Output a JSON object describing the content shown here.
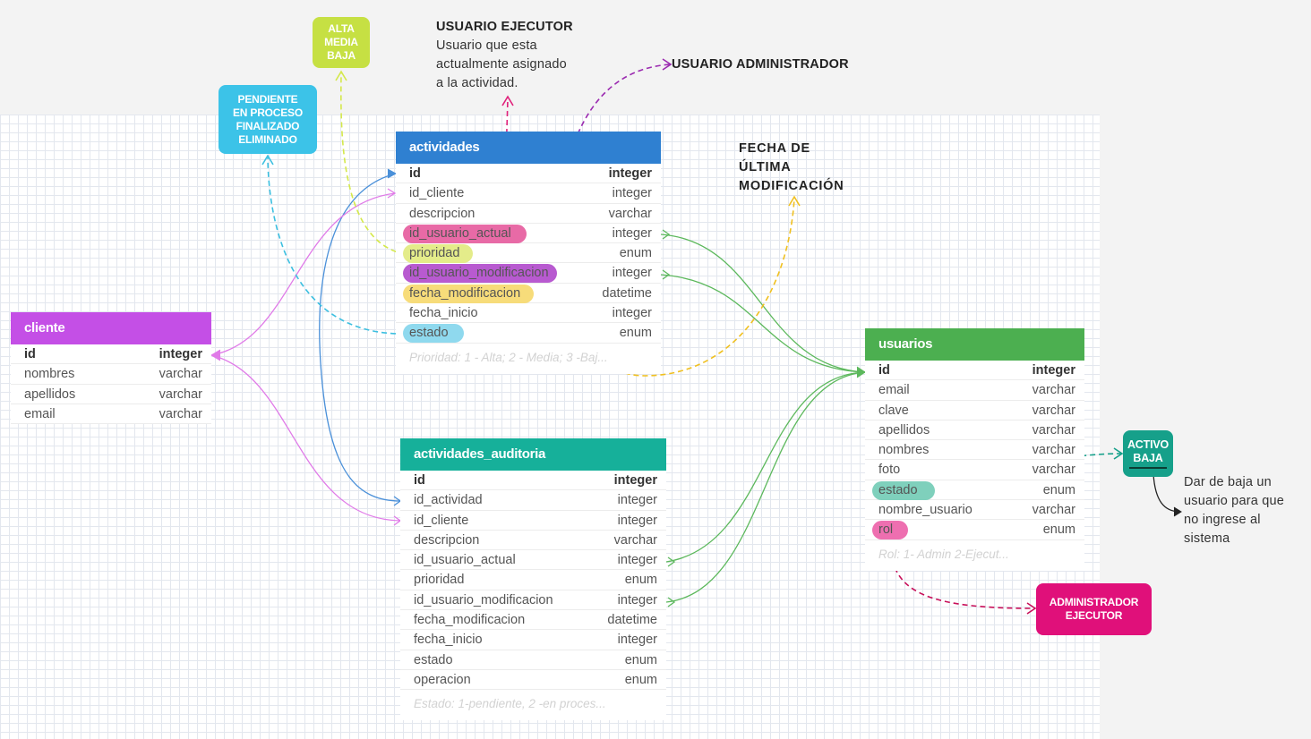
{
  "colors": {
    "actividades": "#2f80d1",
    "cliente": "#c44fe6",
    "auditoria": "#16b09a",
    "usuarios": "#4caf50",
    "link_blue": "#4a90d9",
    "link_pink": "#e07be8",
    "link_green": "#5cb85c"
  },
  "tables": {
    "actividades": {
      "title": "actividades",
      "rows": [
        {
          "name": "id",
          "type": "integer"
        },
        {
          "name": "id_cliente",
          "type": "integer"
        },
        {
          "name": "descripcion",
          "type": "varchar"
        },
        {
          "name": "id_usuario_actual",
          "type": "integer"
        },
        {
          "name": "prioridad",
          "type": "enum"
        },
        {
          "name": "id_usuario_modificacion",
          "type": "integer"
        },
        {
          "name": "fecha_modificacion",
          "type": "datetime"
        },
        {
          "name": "fecha_inicio",
          "type": "integer"
        },
        {
          "name": "estado",
          "type": "enum"
        }
      ],
      "note": "Prioridad: 1 - Alta; 2 - Media; 3 -Baj..."
    },
    "cliente": {
      "title": "cliente",
      "rows": [
        {
          "name": "id",
          "type": "integer"
        },
        {
          "name": "nombres",
          "type": "varchar"
        },
        {
          "name": "apellidos",
          "type": "varchar"
        },
        {
          "name": "email",
          "type": "varchar"
        }
      ]
    },
    "actividades_auditoria": {
      "title": "actividades_auditoria",
      "rows": [
        {
          "name": "id",
          "type": "integer"
        },
        {
          "name": "id_actividad",
          "type": "integer"
        },
        {
          "name": "id_cliente",
          "type": "integer"
        },
        {
          "name": "descripcion",
          "type": "varchar"
        },
        {
          "name": "id_usuario_actual",
          "type": "integer"
        },
        {
          "name": "prioridad",
          "type": "enum"
        },
        {
          "name": "id_usuario_modificacion",
          "type": "integer"
        },
        {
          "name": "fecha_modificacion",
          "type": "datetime"
        },
        {
          "name": "fecha_inicio",
          "type": "integer"
        },
        {
          "name": "estado",
          "type": "enum"
        },
        {
          "name": "operacion",
          "type": "enum"
        }
      ],
      "note": "Estado: 1-pendiente, 2 -en proces..."
    },
    "usuarios": {
      "title": "usuarios",
      "rows": [
        {
          "name": "id",
          "type": "integer"
        },
        {
          "name": "email",
          "type": "varchar"
        },
        {
          "name": "clave",
          "type": "varchar"
        },
        {
          "name": "apellidos",
          "type": "varchar"
        },
        {
          "name": "nombres",
          "type": "varchar"
        },
        {
          "name": "foto",
          "type": "varchar"
        },
        {
          "name": "estado",
          "type": "enum"
        },
        {
          "name": "nombre_usuario",
          "type": "varchar"
        },
        {
          "name": "rol",
          "type": "enum"
        }
      ],
      "note": "Rol: 1- Admin 2-Ejecut..."
    }
  },
  "tags": {
    "prioridad": [
      "ALTA",
      "MEDIA",
      "BAJA"
    ],
    "estado": [
      "PENDIENTE",
      "EN PROCESO",
      "FINALIZADO",
      "ELIMINADO"
    ],
    "usuario_estado": [
      "ACTIVO",
      "BAJA"
    ],
    "rol": [
      "ADMINISTRADOR",
      "EJECUTOR"
    ]
  },
  "labels": {
    "ejecutor_title": "USUARIO EJECUTOR",
    "ejecutor_lines": [
      "Usuario que esta",
      "actualmente asignado",
      "a la actividad."
    ],
    "administrador": "USUARIO ADMINISTRADOR",
    "fecha_lines": [
      "FECHA DE",
      "ÚLTIMA",
      "MODIFICACIÓN"
    ],
    "baja_lines": [
      "Dar de baja un",
      "usuario para que",
      "no ingrese al",
      "sistema"
    ]
  }
}
